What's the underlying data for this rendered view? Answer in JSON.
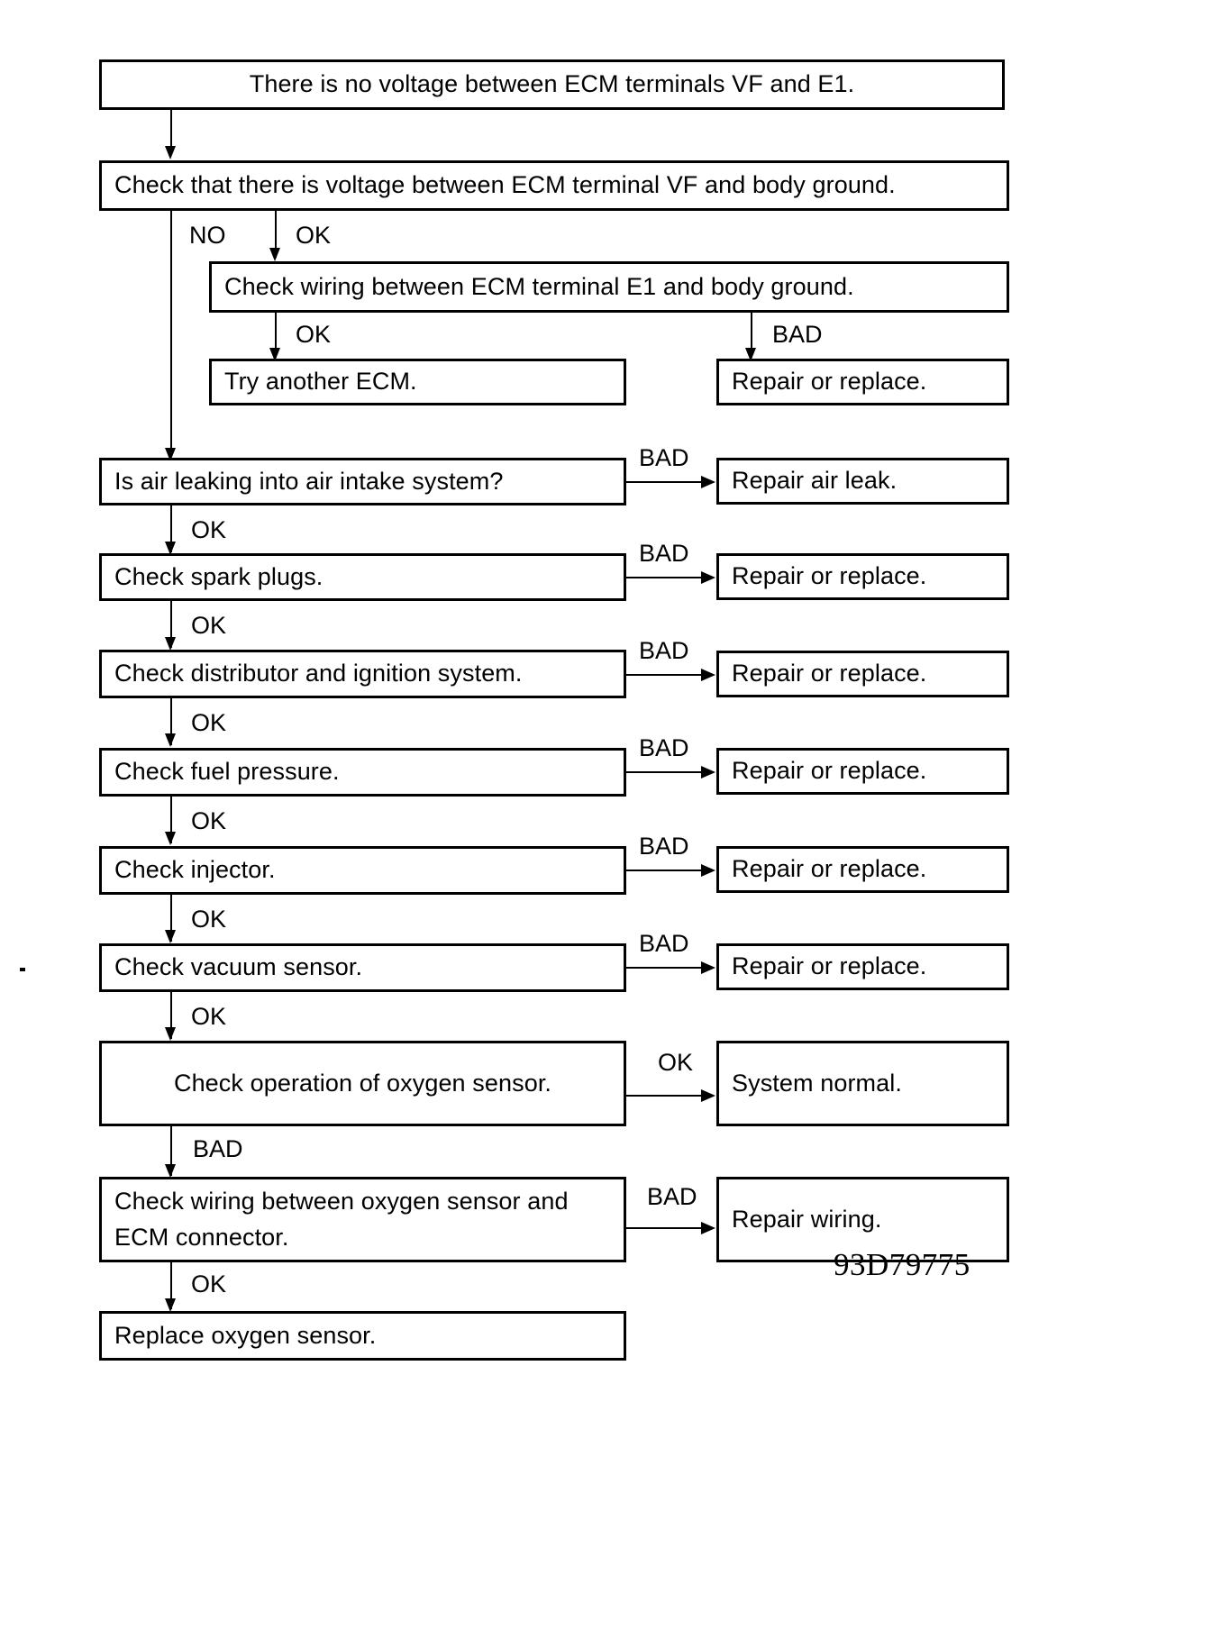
{
  "diagram": {
    "type": "flowchart",
    "title_box": "There is no voltage between ECM terminals VF and E1.",
    "reference_code": "93D79775",
    "nodes": [
      {
        "id": "n1",
        "label": "There is no voltage between ECM terminals VF and E1.",
        "align": "center"
      },
      {
        "id": "n2",
        "label": "Check that there is voltage between ECM terminal VF and body ground.",
        "align": "left"
      },
      {
        "id": "n3",
        "label": "Check wiring between ECM terminal E1 and body ground.",
        "align": "left"
      },
      {
        "id": "n4",
        "label": "Try another ECM.",
        "align": "left"
      },
      {
        "id": "n5",
        "label": "Repair or replace.",
        "align": "left"
      },
      {
        "id": "n6",
        "label": "Is air leaking into air intake system?",
        "align": "left"
      },
      {
        "id": "n7",
        "label": "Repair air leak.",
        "align": "left"
      },
      {
        "id": "n8",
        "label": "Check spark plugs.",
        "align": "left"
      },
      {
        "id": "n9",
        "label": "Repair or replace.",
        "align": "left"
      },
      {
        "id": "n10",
        "label": "Check distributor and ignition system.",
        "align": "left"
      },
      {
        "id": "n11",
        "label": "Repair or replace.",
        "align": "left"
      },
      {
        "id": "n12",
        "label": "Check fuel pressure.",
        "align": "left"
      },
      {
        "id": "n13",
        "label": "Repair or replace.",
        "align": "left"
      },
      {
        "id": "n14",
        "label": "Check injector.",
        "align": "left"
      },
      {
        "id": "n15",
        "label": "Repair or replace.",
        "align": "left"
      },
      {
        "id": "n16",
        "label": "Check vacuum sensor.",
        "align": "left"
      },
      {
        "id": "n17",
        "label": "Repair or replace.",
        "align": "left"
      },
      {
        "id": "n18",
        "label": "Check operation of oxygen sensor.",
        "align": "center"
      },
      {
        "id": "n19",
        "label": "System normal.",
        "align": "left"
      },
      {
        "id": "n20",
        "label": "Check wiring between oxygen sensor and ECM connector.",
        "align": "left"
      },
      {
        "id": "n21",
        "label": "Repair wiring.",
        "align": "left"
      },
      {
        "id": "n22",
        "label": "Replace oxygen sensor.",
        "align": "left"
      }
    ],
    "edge_labels": [
      {
        "id": "e1",
        "text": "NO",
        "from": "n2",
        "to": "n6"
      },
      {
        "id": "e2",
        "text": "OK",
        "from": "n2",
        "to": "n3"
      },
      {
        "id": "e3",
        "text": "OK",
        "from": "n3",
        "to": "n4"
      },
      {
        "id": "e4",
        "text": "BAD",
        "from": "n3",
        "to": "n5"
      },
      {
        "id": "e5",
        "text": "BAD",
        "from": "n6",
        "to": "n7"
      },
      {
        "id": "e6",
        "text": "OK",
        "from": "n6",
        "to": "n8"
      },
      {
        "id": "e7",
        "text": "BAD",
        "from": "n8",
        "to": "n9"
      },
      {
        "id": "e8",
        "text": "OK",
        "from": "n8",
        "to": "n10"
      },
      {
        "id": "e9",
        "text": "BAD",
        "from": "n10",
        "to": "n11"
      },
      {
        "id": "e10",
        "text": "OK",
        "from": "n10",
        "to": "n12"
      },
      {
        "id": "e11",
        "text": "BAD",
        "from": "n12",
        "to": "n13"
      },
      {
        "id": "e12",
        "text": "OK",
        "from": "n12",
        "to": "n14"
      },
      {
        "id": "e13",
        "text": "BAD",
        "from": "n14",
        "to": "n15"
      },
      {
        "id": "e14",
        "text": "OK",
        "from": "n14",
        "to": "n16"
      },
      {
        "id": "e15",
        "text": "BAD",
        "from": "n16",
        "to": "n17"
      },
      {
        "id": "e16",
        "text": "OK",
        "from": "n16",
        "to": "n18"
      },
      {
        "id": "e17",
        "text": "OK",
        "from": "n18",
        "to": "n19"
      },
      {
        "id": "e18",
        "text": "BAD",
        "from": "n18",
        "to": "n20"
      },
      {
        "id": "e19",
        "text": "BAD",
        "from": "n20",
        "to": "n21"
      },
      {
        "id": "e20",
        "text": "OK",
        "from": "n20",
        "to": "n22"
      }
    ],
    "colors": {
      "line": "#000000",
      "box_border": "#000000",
      "box_fill": "#ffffff",
      "text": "#000000",
      "background": "#ffffff"
    }
  }
}
